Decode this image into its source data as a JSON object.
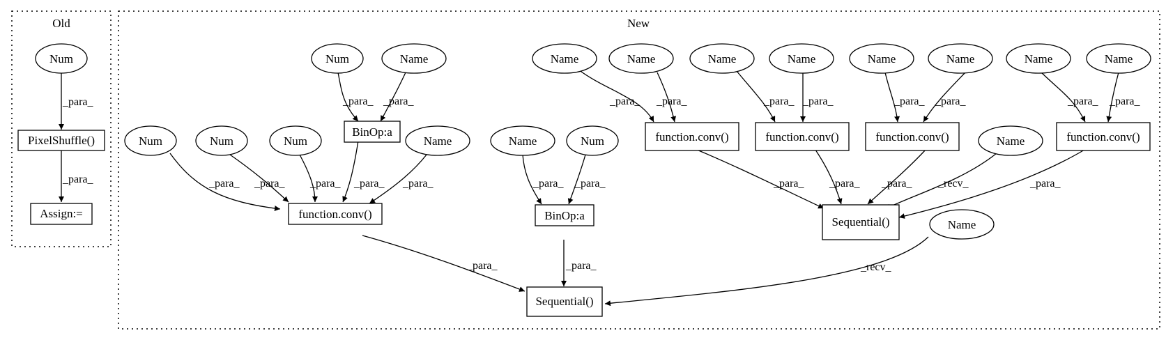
{
  "clusters": {
    "old": {
      "label": "Old"
    },
    "new": {
      "label": "New"
    }
  },
  "nodes": {
    "old_num": "Num",
    "old_pixelshuffle": "PixelShuffle()",
    "old_assign": "Assign:=",
    "n_num1": "Num",
    "n_name1": "Name",
    "n_num2": "Num",
    "n_num3": "Num",
    "n_num4": "Num",
    "n_binop1": "BinOp:a",
    "n_name2": "Name",
    "n_conv_left": "function.conv()",
    "n_name3": "Name",
    "n_num5": "Num",
    "n_binop2": "BinOp:a",
    "n_seq_bottom": "Sequential()",
    "n_name4": "Name",
    "n_name5": "Name",
    "n_name6": "Name",
    "n_name7": "Name",
    "n_name8": "Name",
    "n_name9": "Name",
    "n_name10": "Name",
    "n_name11": "Name",
    "n_conv_a": "function.conv()",
    "n_conv_b": "function.conv()",
    "n_conv_c": "function.conv()",
    "n_conv_d": "function.conv()",
    "n_name12": "Name",
    "n_seq_right": "Sequential()",
    "n_name13": "Name"
  },
  "edge_labels": {
    "para": "_para_",
    "recv": "_recv_"
  }
}
